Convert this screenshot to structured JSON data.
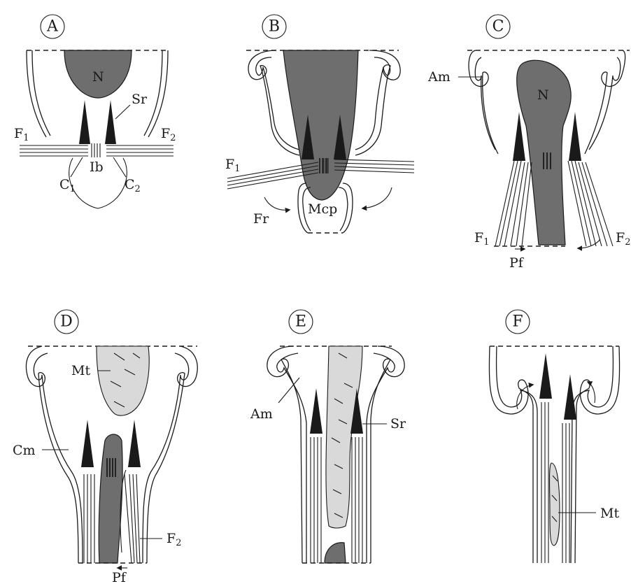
{
  "panels": [
    {
      "id": "A",
      "letter": "A",
      "labels": {
        "N": "N",
        "Sr": "Sr",
        "F1": "F",
        "F1_sub": "1",
        "F2": "F",
        "F2_sub": "2",
        "Ib": "Ib",
        "C1": "C",
        "C1_sub": "1",
        "C2": "C",
        "C2_sub": "2"
      }
    },
    {
      "id": "B",
      "letter": "B",
      "labels": {
        "F1": "F",
        "F1_sub": "1",
        "Fr": "Fr",
        "Mcp": "Mcp"
      }
    },
    {
      "id": "C",
      "letter": "C",
      "labels": {
        "Am": "Am",
        "N": "N",
        "F1": "F",
        "F1_sub": "1",
        "F2": "F",
        "F2_sub": "2",
        "Pf": "Pf"
      }
    },
    {
      "id": "D",
      "letter": "D",
      "labels": {
        "Mt": "Mt",
        "Cm": "Cm",
        "F2": "F",
        "F2_sub": "2",
        "Pf": "Pf"
      }
    },
    {
      "id": "E",
      "letter": "E",
      "labels": {
        "Am": "Am",
        "Sr": "Sr"
      }
    },
    {
      "id": "F",
      "letter": "F",
      "labels": {
        "Mt": "Mt"
      }
    }
  ]
}
